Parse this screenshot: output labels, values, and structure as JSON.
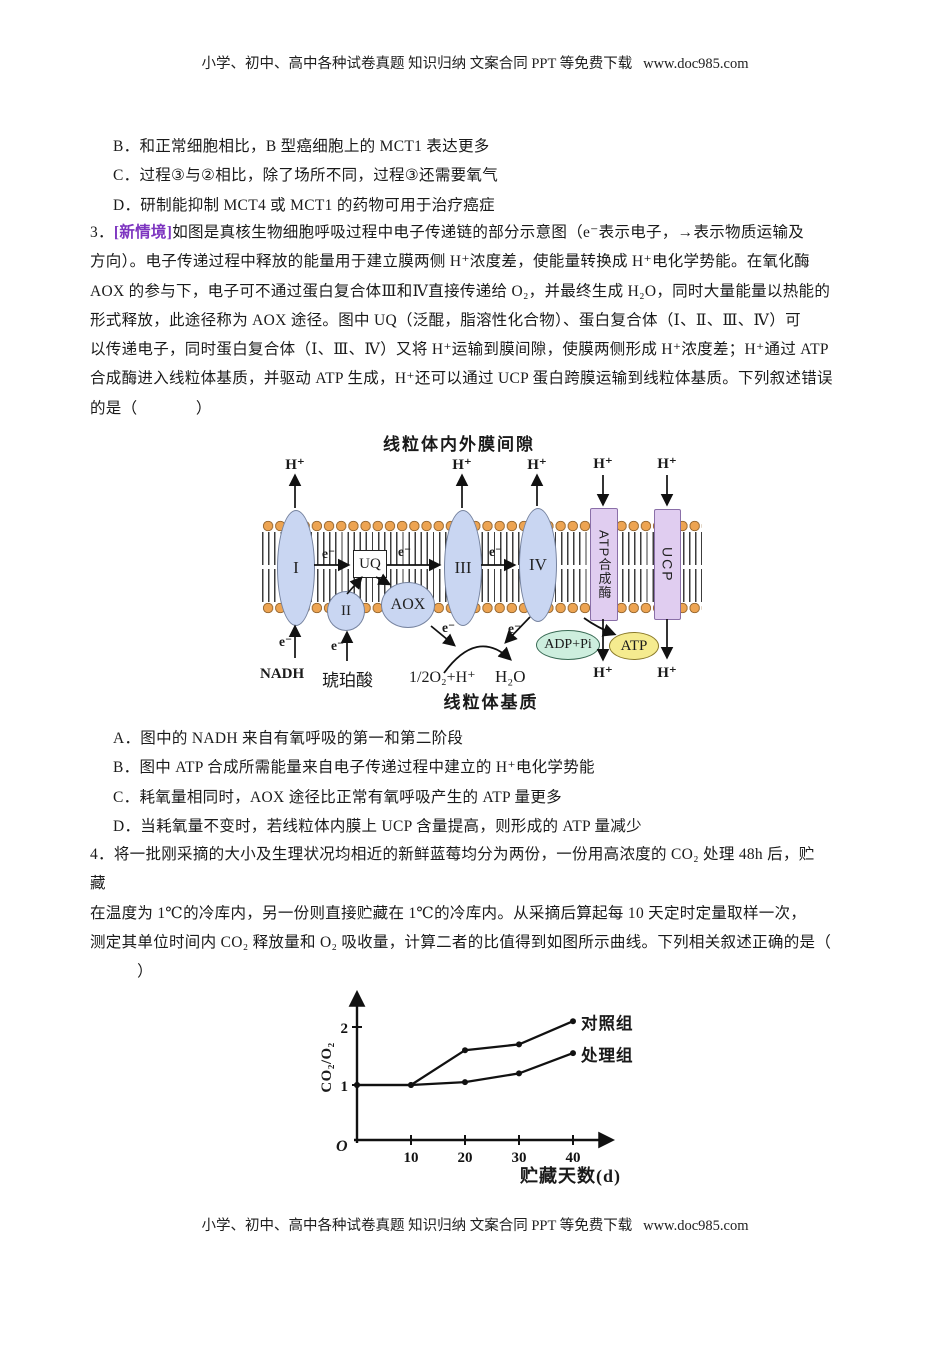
{
  "page": {
    "header": "小学、初中、高中各种试卷真题 知识归纳 文案合同 PPT 等免费下载   www.doc985.com",
    "footer": "小学、初中、高中各种试卷真题 知识归纳 文案合同 PPT 等免费下载   www.doc985.com"
  },
  "q2_options": [
    "B．和正常细胞相比，B 型癌细胞上的 MCT1 表达更多",
    "C．过程③与②相比，除了场所不同，过程③还需要氧气",
    "D．研制能抑制 MCT4 或 MCT1 的药物可用于治疗癌症"
  ],
  "q3": {
    "number": "3．",
    "tag": "[新情境]",
    "tag_color": "#7d35c0",
    "stem_line1": "如图是真核生物细胞呼吸过程中电子传递链的部分示意图（e⁻表示电子，→表示物质运输及",
    "stem_lines": [
      "方向）。电子传递过程中释放的能量用于建立膜两侧 H⁺浓度差，使能量转换成 H⁺电化学势能。在氧化酶",
      "AOX 的参与下，电子可不通过蛋白复合体Ⅲ和Ⅳ直接传递给 O₂，并最终生成 H₂O，同时大量能量以热能的",
      "形式释放，此途径称为 AOX 途径。图中 UQ（泛醌，脂溶性化合物）、蛋白复合体（Ⅰ、Ⅱ、Ⅲ、Ⅳ）可",
      "以传递电子，同时蛋白复合体（Ⅰ、Ⅲ、Ⅳ）又将 H⁺运输到膜间隙，使膜两侧形成 H⁺浓度差；H⁺通过 ATP",
      "合成酶进入线粒体基质，并驱动 ATP 生成，H⁺还可以通过 UCP 蛋白跨膜运输到线粒体基质。下列叙述错误",
      "的是（              ）"
    ],
    "options": [
      "A．图中的 NADH 来自有氧呼吸的第一和第二阶段",
      "B．图中 ATP 合成所需能量来自电子传递过程中建立的 H⁺电化学势能",
      "C．耗氧量相同时，AOX 途径比正常有氧呼吸产生的 ATP 量更多",
      "D．当耗氧量不变时，若线粒体内膜上 UCP 含量提高，则形成的 ATP 量减少"
    ]
  },
  "diagram": {
    "top_label": "线粒体内外膜间隙",
    "bottom_label": "线粒体基质",
    "h_plus": "H⁺",
    "e_minus": "e⁻",
    "complex1": "I",
    "complex2": "II",
    "complex3": "III",
    "complex4": "IV",
    "uq": "UQ",
    "aox": "AOX",
    "atp_synthase": "ATP合成酶",
    "ucp": "UCP",
    "nadh": "NADH",
    "succinate": "琥珀酸",
    "half_o2": "1/2O₂+H⁺",
    "h2o": "H₂O",
    "adp_pi": "ADP+Pi",
    "atp": "ATP",
    "colors": {
      "lipid_head": "#eda452",
      "complex_fill": "#c9d6f2",
      "complex_border": "#76839f",
      "carrier_fill": "#e0cdf0",
      "carrier_border": "#8a6fa8",
      "adp_fill": "#cdeede",
      "adp_border": "#3a6b55",
      "atp_fill": "#f5eb8f",
      "atp_border": "#8a7a2a"
    }
  },
  "q4": {
    "lines": [
      "4．将一批刚采摘的大小及生理状况均相近的新鲜蓝莓均分为两份，一份用高浓度的 CO₂ 处理 48h 后，贮",
      "藏",
      "在温度为 1℃的冷库内，另一份则直接贮藏在 1℃的冷库内。从采摘后算起每 10 天定时定量取样一次，",
      "测定其单位时间内 CO₂ 释放量和 O₂ 吸收量，计算二者的比值得到如图所示曲线。下列相关叙述正确的是（",
      "      ）"
    ]
  },
  "chart_data": {
    "type": "line",
    "title": "",
    "xlabel": "贮藏天数(d)",
    "ylabel": "CO₂/O₂",
    "origin_label": "O",
    "x_ticks": [
      10,
      20,
      30,
      40
    ],
    "y_ticks": [
      1,
      2
    ],
    "xlim": [
      0,
      48
    ],
    "ylim": [
      0,
      2.6
    ],
    "grid": false,
    "legend_position": "right-of-line-ends",
    "x": [
      0,
      10,
      20,
      30,
      40
    ],
    "series": [
      {
        "name": "对照组",
        "values": [
          1.0,
          1.0,
          1.6,
          1.7,
          2.1
        ]
      },
      {
        "name": "处理组",
        "values": [
          1.0,
          1.0,
          1.05,
          1.2,
          1.55
        ]
      }
    ]
  }
}
